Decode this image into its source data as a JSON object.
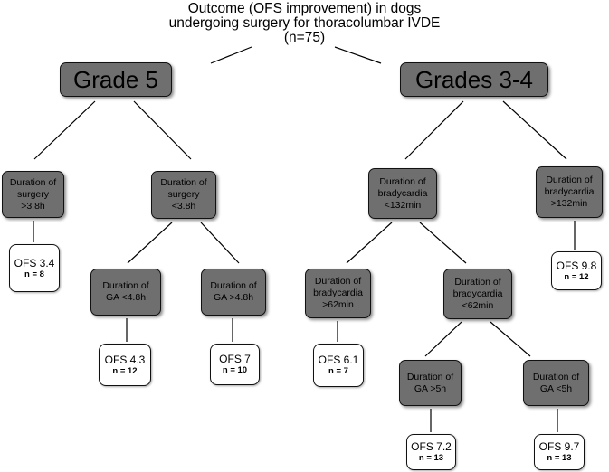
{
  "title": {
    "line1": "Outcome (OFS improvement) in dogs",
    "line2": "undergoing surgery for thoracolumbar IVDE",
    "line3": "(n=75)"
  },
  "nodes": {
    "grade5": {
      "label": "Grade 5"
    },
    "grades34": {
      "label": "Grades 3-4"
    },
    "surgery_gt": {
      "lines": [
        "Duration of",
        "surgery",
        ">3.8h"
      ]
    },
    "surgery_lt": {
      "lines": [
        "Duration of",
        "surgery",
        "<3.8h"
      ]
    },
    "brady_lt132": {
      "lines": [
        "Duration of",
        "bradycardia",
        "<132min"
      ]
    },
    "brady_gt132": {
      "lines": [
        "Duration of",
        "bradycardia",
        ">132min"
      ]
    },
    "ga_lt48": {
      "lines": [
        "Duration of",
        "GA <4.8h"
      ]
    },
    "ga_gt48": {
      "lines": [
        "Duration of",
        "GA >4.8h"
      ]
    },
    "brady_gt62": {
      "lines": [
        "Duration of",
        "bradycardia",
        ">62min"
      ]
    },
    "brady_lt62": {
      "lines": [
        "Duration of",
        "bradycardia",
        "<62min"
      ]
    },
    "ga_gt5": {
      "lines": [
        "Duration of",
        "GA >5h"
      ]
    },
    "ga_lt5": {
      "lines": [
        "Duration of",
        "GA <5h"
      ]
    }
  },
  "outcomes": {
    "ofs_34": {
      "ofs": "OFS 3.4",
      "n": "n = 8"
    },
    "ofs_43": {
      "ofs": "OFS 4.3",
      "n": "n = 12"
    },
    "ofs_7": {
      "ofs": "OFS 7",
      "n": "n = 10"
    },
    "ofs_61": {
      "ofs": "OFS 6.1",
      "n": "n = 7"
    },
    "ofs_98": {
      "ofs": "OFS 9.8",
      "n": "n = 12"
    },
    "ofs_72": {
      "ofs": "OFS 7.2",
      "n": "n = 13"
    },
    "ofs_97": {
      "ofs": "OFS 9.7",
      "n": "n = 13"
    }
  }
}
